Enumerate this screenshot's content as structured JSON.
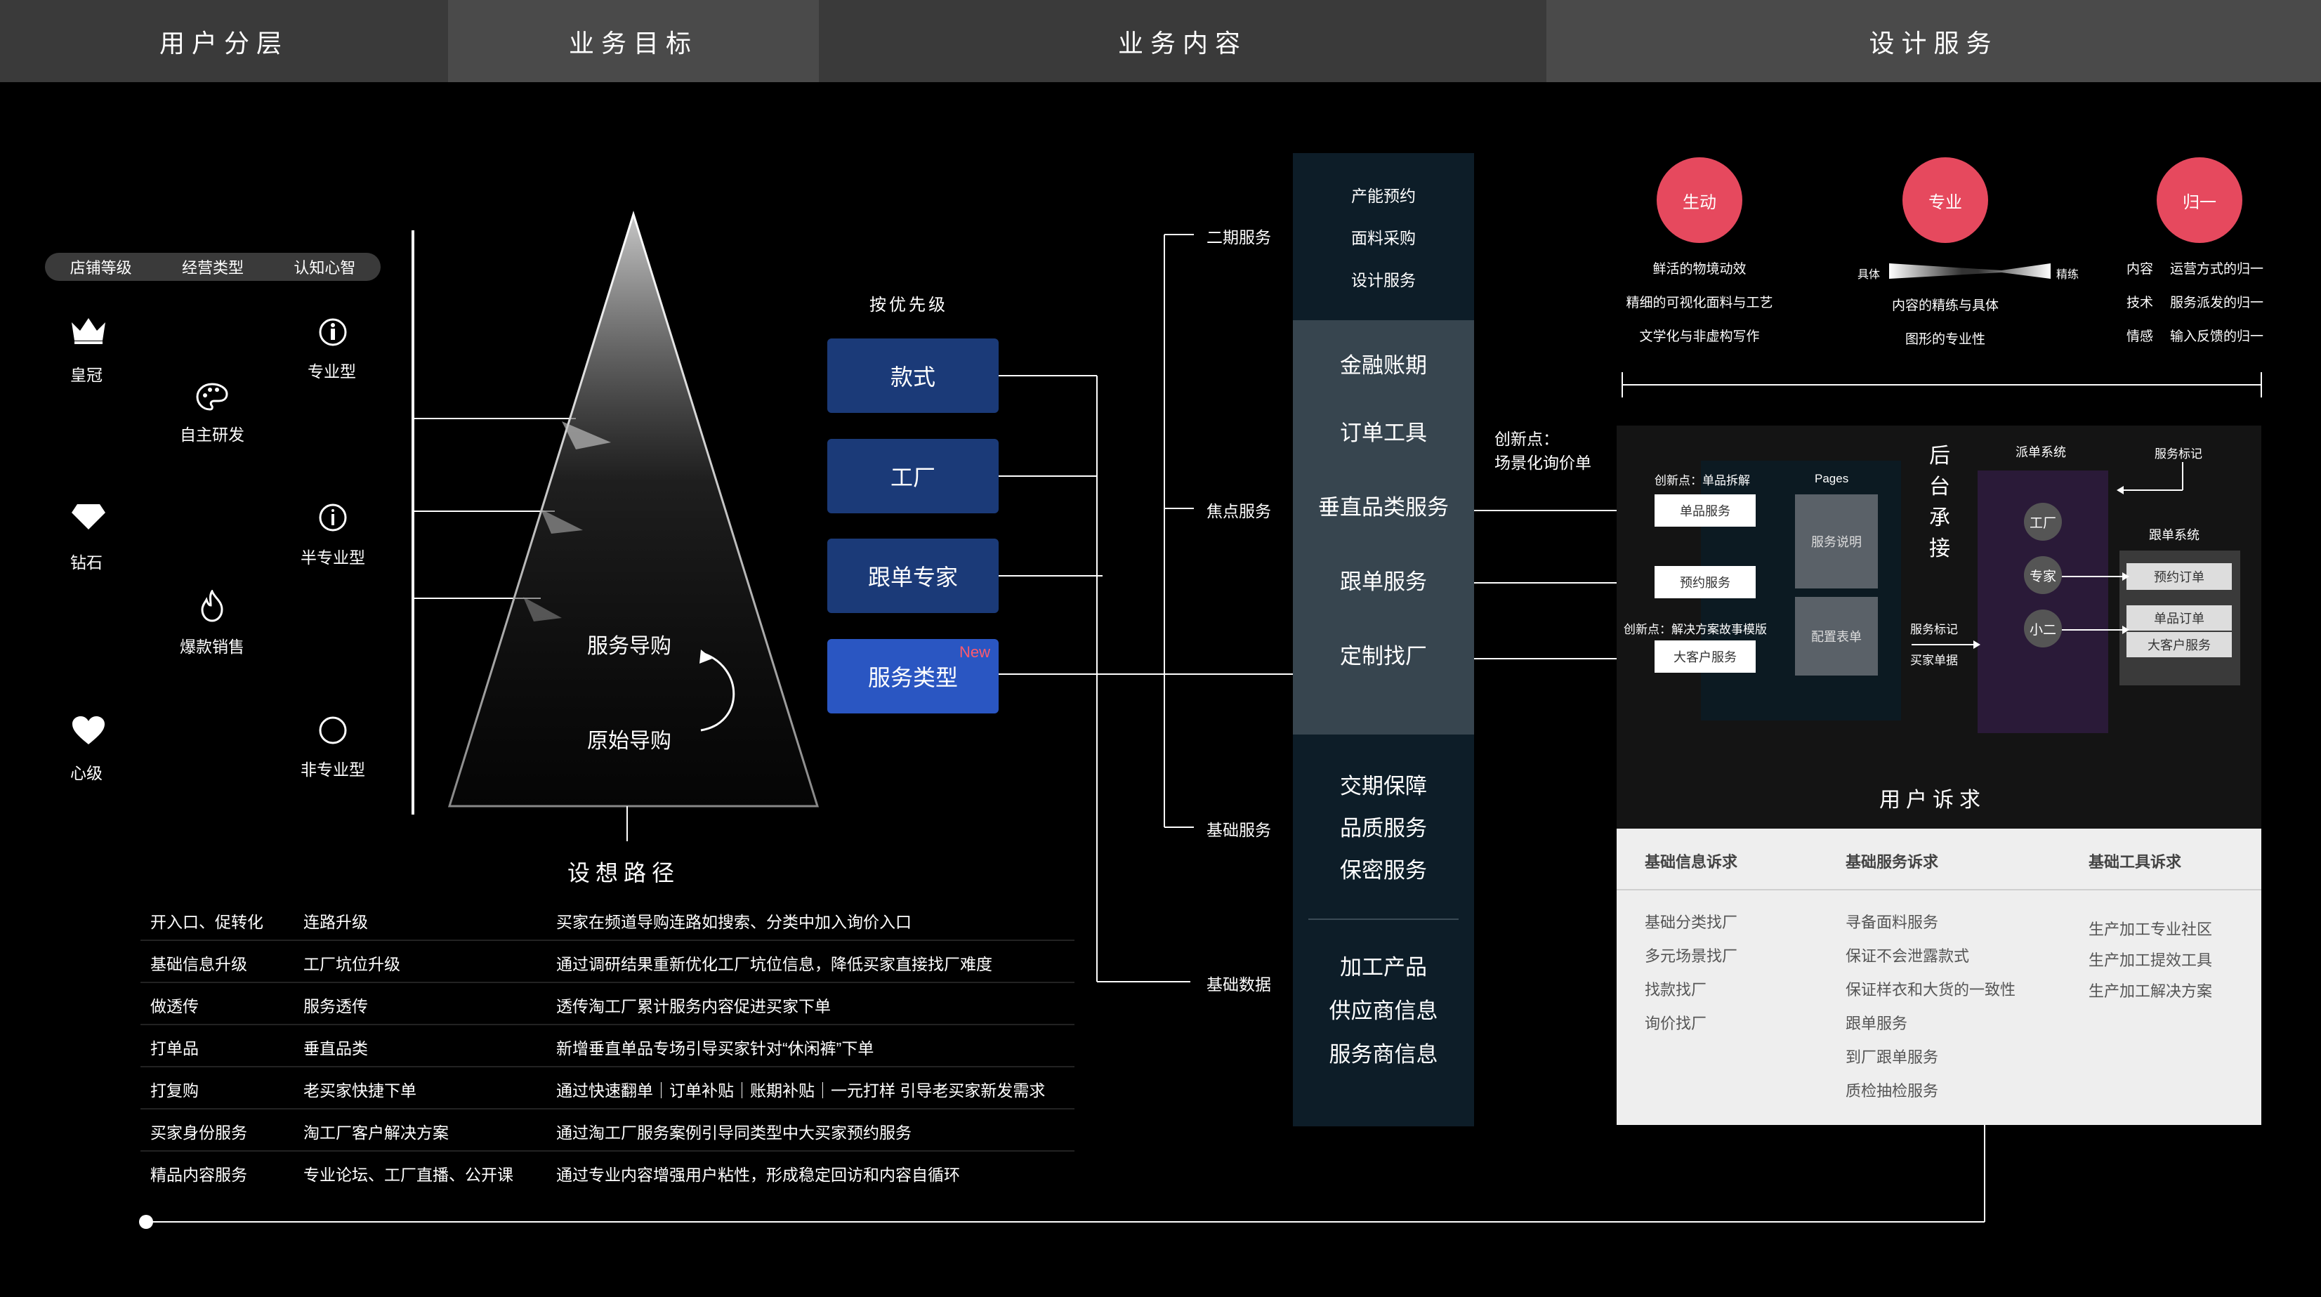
{
  "header": {
    "user_layer": "用户分层",
    "business_goal": "业务目标",
    "business_content": "业务内容",
    "design_service": "设计服务"
  },
  "user_layer": {
    "pill": [
      "店铺等级",
      "经营类型",
      "认知心智"
    ],
    "levels": [
      "皇冠",
      "钻石",
      "心级"
    ],
    "biz_types": [
      "自主研发",
      "爆款销售"
    ],
    "cognition": [
      "专业型",
      "半专业型",
      "非专业型"
    ]
  },
  "pyramid": {
    "top_label": "服务导购",
    "bottom_label": "原始导购",
    "caption": "设想路径"
  },
  "path_table": [
    {
      "a": "开入口、促转化",
      "b": "连路升级",
      "c": "买家在频道导购连路如搜索、分类中加入询价入口"
    },
    {
      "a": "基础信息升级",
      "b": "工厂坑位升级",
      "c": "通过调研结果重新优化工厂坑位信息，降低买家直接找厂难度"
    },
    {
      "a": "做透传",
      "b": "服务透传",
      "c": "透传淘工厂累计服务内容促进买家下单"
    },
    {
      "a": "打单品",
      "b": "垂直品类",
      "c": "新增垂直单品专场引导买家针对“休闲裤”下单"
    },
    {
      "a": "打复购",
      "b": "老买家快捷下单",
      "c": "通过快速翻单｜订单补贴｜账期补贴｜一元打样 引导老买家新发需求"
    },
    {
      "a": "买家身份服务",
      "b": "淘工厂客户解决方案",
      "c": "通过淘工厂服务案例引导同类型中大买家预约服务"
    },
    {
      "a": "精品内容服务",
      "b": "专业论坛、工厂直播、公开课",
      "c": "通过专业内容增强用户粘性，形成稳定回访和内容自循环"
    }
  ],
  "priority": {
    "title": "按优先级",
    "items": [
      "款式",
      "工厂",
      "跟单专家",
      "服务类型"
    ],
    "new_badge": "New"
  },
  "branches": [
    "二期服务",
    "焦点服务",
    "基础服务",
    "基础数据"
  ],
  "sections": {
    "phase2": [
      "产能预约",
      "面料采购",
      "设计服务"
    ],
    "focus": [
      "金融账期",
      "订单工具",
      "垂直品类服务",
      "跟单服务",
      "定制找厂"
    ],
    "basic": [
      "交期保障",
      "品质服务",
      "保密服务"
    ],
    "data": [
      "加工产品",
      "供应商信息",
      "服务商信息"
    ]
  },
  "innovation": {
    "label1": "创新点：",
    "label2": "场景化询价单"
  },
  "design": {
    "circles": [
      "生动",
      "专业",
      "归一"
    ],
    "vivid": [
      "鲜活的物境动效",
      "精细的可视化面料与工艺",
      "文学化与非虚构写作"
    ],
    "pro_left": "具体",
    "pro_right": "精练",
    "pro": [
      "内容的精练与具体",
      "图形的专业性"
    ],
    "unify": [
      {
        "k": "内容",
        "v": "运营方式的归一"
      },
      {
        "k": "技术",
        "v": "服务派发的归一"
      },
      {
        "k": "情感",
        "v": "输入反馈的归一"
      }
    ]
  },
  "backend": {
    "title_chars": [
      "后",
      "台",
      "承",
      "接"
    ],
    "innov1": "创新点：单品拆解",
    "single_service": "单品服务",
    "booking_service": "预约服务",
    "innov2": "创新点：解决方案故事模版",
    "big_client": "大客户服务",
    "pages": "Pages",
    "service_desc": "服务说明",
    "config_form": "配置表单",
    "service_mark": "服务标记",
    "buyer_data": "买家单据",
    "dispatch": "派单系统",
    "dispatch_nodes": [
      "工厂",
      "专家",
      "小二"
    ],
    "service_mark2": "服务标记",
    "tracking": "跟单系统",
    "tracking_items": [
      "预约订单",
      "单品订单",
      "大客户服务"
    ]
  },
  "requests": {
    "title": "用户诉求",
    "cols": [
      {
        "head": "基础信息诉求",
        "items": [
          "基础分类找厂",
          "多元场景找厂",
          "找款找厂",
          "询价找厂"
        ]
      },
      {
        "head": "基础服务诉求",
        "items": [
          "寻备面料服务",
          "保证不会泄露款式",
          "保证样衣和大货的一致性",
          "跟单服务",
          "到厂跟单服务",
          "质检抽检服务"
        ]
      },
      {
        "head": "基础工具诉求",
        "items": [
          "生产加工专业社区",
          "生产加工提效工具",
          "生产加工解决方案"
        ]
      }
    ]
  }
}
